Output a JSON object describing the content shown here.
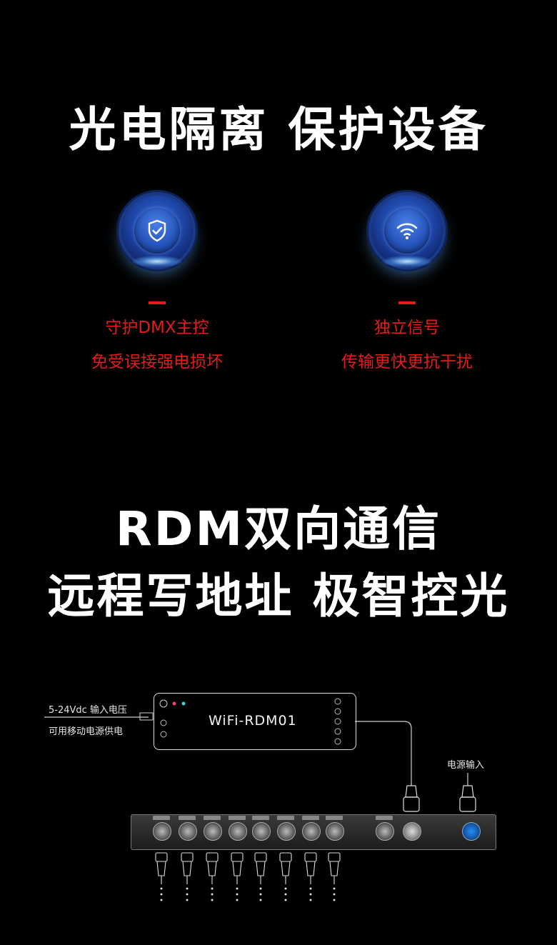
{
  "section1": {
    "title": "光电隔离 保护设备",
    "features": [
      {
        "icon": "shield-check-icon",
        "line1": "守护DMX主控",
        "line2": "免受误接强电损坏"
      },
      {
        "icon": "wifi-icon",
        "line1": "独立信号",
        "line2": "传输更快更抗干扰"
      }
    ],
    "accent_color": "#e31b1b"
  },
  "section2": {
    "title_line1": "RDM双向通信",
    "title_line2": "远程写地址 极智控光"
  },
  "diagram": {
    "power_label_line1": "5-24Vdc 输入电压",
    "power_label_line2": "可用移动电源供电",
    "controller_name": "WiFi-RDM01",
    "mains_label": "电源输入"
  }
}
